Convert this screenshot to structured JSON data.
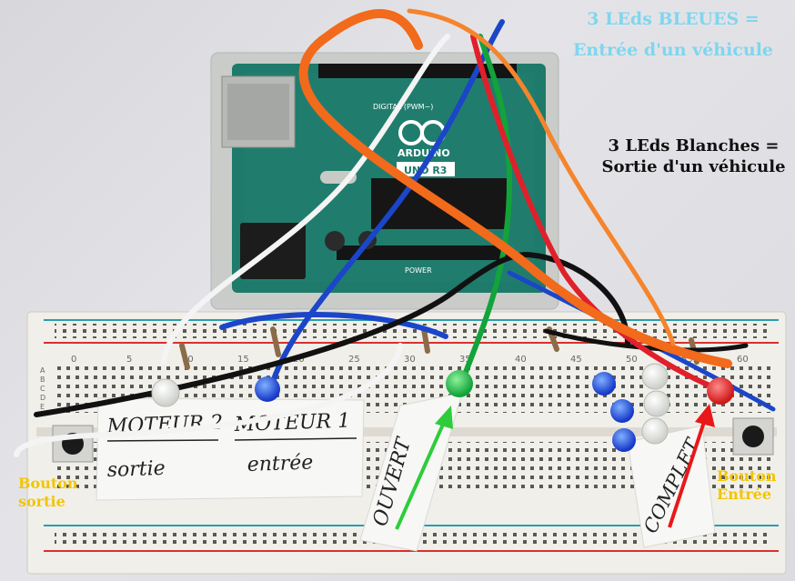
{
  "annotations": {
    "blue_leds_line1": "3 LEds BLEUES =",
    "blue_leds_line2": "Entrée d'un véhicule",
    "white_leds_line1": "3 LEds Blanches =",
    "white_leds_line2": "Sortie d'un véhicule",
    "bouton_sortie_line1": "Bouton",
    "bouton_sortie_line2": "sortie",
    "bouton_entree_line1": "Bouton",
    "bouton_entree_line2": "Entrée"
  },
  "paper_labels": {
    "moteur_2": "MOTEUR 2",
    "moteur_1": "MOTEUR 1",
    "sortie": "sortie",
    "entree": "entrée",
    "ouvert": "OUVERT",
    "complet": "COMPLET"
  },
  "board_text": {
    "brand": "ARDUINO",
    "model": "UNO R3",
    "digital_header": "DIGITAL (PWM~)",
    "power_header": "POWER"
  },
  "breadboard_numbers": [
    "0",
    "5",
    "10",
    "15",
    "20",
    "25",
    "30",
    "35",
    "40",
    "45",
    "50",
    "55",
    "60"
  ],
  "breadboard_rows": [
    "A",
    "B",
    "C",
    "D",
    "E"
  ],
  "colors": {
    "blue_note": "#7fd6ee",
    "button_label": "#f2c500",
    "board_green": "#1e7a6a",
    "breadboard": "#f1efe9",
    "wire_orange": "#f26a1b",
    "wire_red": "#e0202a",
    "wire_blue": "#1b46c8",
    "wire_green": "#12a33a",
    "wire_black": "#111111",
    "wire_white": "#f4f4f4",
    "arrow_green": "#2ecc3a",
    "arrow_red": "#e81818"
  }
}
